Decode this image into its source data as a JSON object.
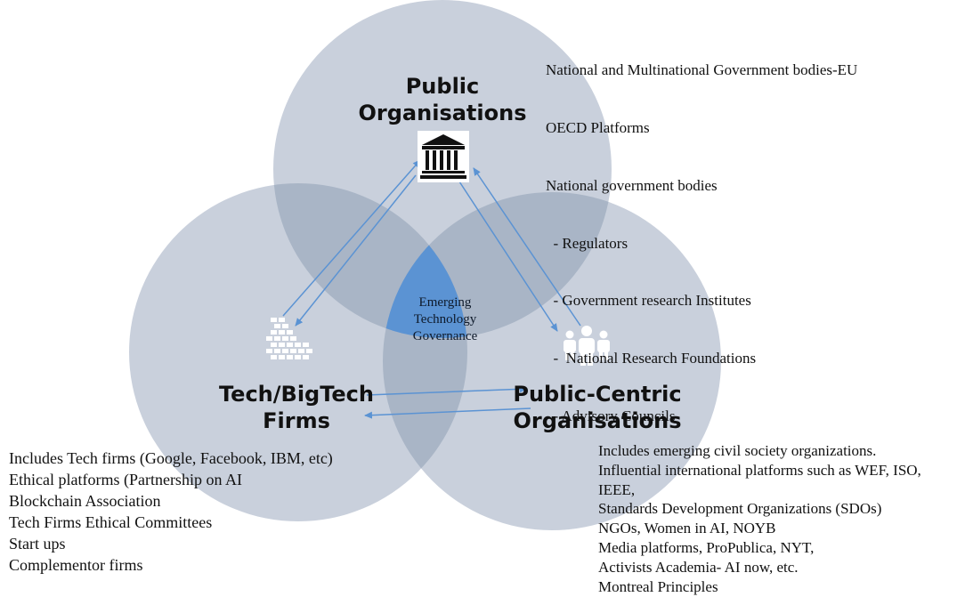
{
  "public_orgs": {
    "title_line1": "Public",
    "title_line2": "Organisations",
    "notes": [
      "National and Multinational Government bodies-EU",
      "OECD Platforms",
      "National government bodies",
      "  - Regulators",
      "  - Government research Institutes",
      "  -  National Research Foundations",
      "  - Advisory Councils"
    ]
  },
  "tech_firms": {
    "title_line1": "Tech/BigTech",
    "title_line2": "Firms",
    "notes": [
      "Includes Tech firms (Google, Facebook, IBM, etc)",
      "Ethical platforms (Partnership on AI",
      "Blockchain Association",
      "Tech Firms Ethical Committees",
      "Start ups",
      "Complementor firms"
    ]
  },
  "public_centric": {
    "title_line1": "Public-Centric",
    "title_line2": "Organisations",
    "notes": [
      "Includes emerging civil society organizations.",
      "Influential international platforms such as WEF, ISO,",
      "IEEE,",
      "Standards Development Organizations (SDOs)",
      "NGOs, Women in AI, NOYB",
      "Media platforms, ProPublica, NYT,",
      "Activists Academia- AI now, etc.",
      "Montreal Principles"
    ]
  },
  "center": {
    "line1": "Emerging",
    "line2": "Technology",
    "line3": "Governance"
  },
  "icons": {
    "public": "government-building-icon",
    "tech": "brick-wall-icon",
    "people": "people-group-icon"
  },
  "colors": {
    "circle_fill": "#c9d0dc",
    "overlap_fill": "#a9b5c6",
    "center_fill": "#5b93d3",
    "arrow": "#5b93d3"
  }
}
